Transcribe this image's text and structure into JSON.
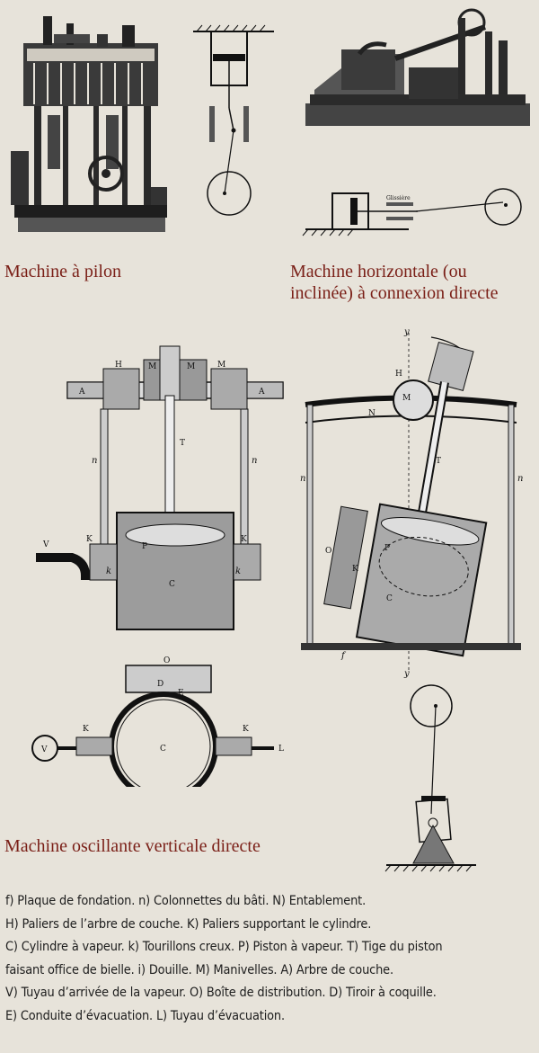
{
  "captions": {
    "pilon": "Machine à pilon",
    "horizontale_line1": "Machine horizontale (ou",
    "horizontale_line2": "inclinée) à connexion directe",
    "oscillante": "Machine oscillante verticale directe"
  },
  "figure_labels": {
    "vertical_engine": {
      "H": "H",
      "M": "M",
      "A": "A",
      "T": "T",
      "n": "n",
      "K": "K",
      "k": "k",
      "V": "V",
      "P": "P",
      "C": "C"
    },
    "cross_section": {
      "O": "O",
      "D": "D",
      "E": "E",
      "K": "K",
      "V": "V",
      "C": "C",
      "L": "L"
    },
    "inclined_engine": {
      "y": "y",
      "H": "H",
      "M": "M",
      "N": "N",
      "T": "T",
      "n": "n",
      "O": "O",
      "K": "K",
      "P": "P",
      "C": "C",
      "f": "f"
    },
    "guide_small": "Glissière"
  },
  "legend": {
    "line1": "f) Plaque de fondation. n) Colonnettes du bâti. N) Entablement.",
    "line2": "H) Paliers de l’arbre de couche. K) Paliers supportant le cylindre.",
    "line3": "C) Cylindre à vapeur. k) Tourillons creux. P) Piston à vapeur. T) Tige du piston",
    "line4": "faisant office de bielle. i) Douille. M) Manivelles. A) Arbre de couche.",
    "line5": "V) Tuyau d’arrivée de la vapeur. O) Boîte de distribution. D) Tiroir à coquille.",
    "line6": "E) Conduite d’évacuation. L) Tuyau d’évacuation."
  },
  "colors": {
    "background": "#e7e3da",
    "caption": "#7a1f17",
    "ink": "#1d1d1d"
  }
}
